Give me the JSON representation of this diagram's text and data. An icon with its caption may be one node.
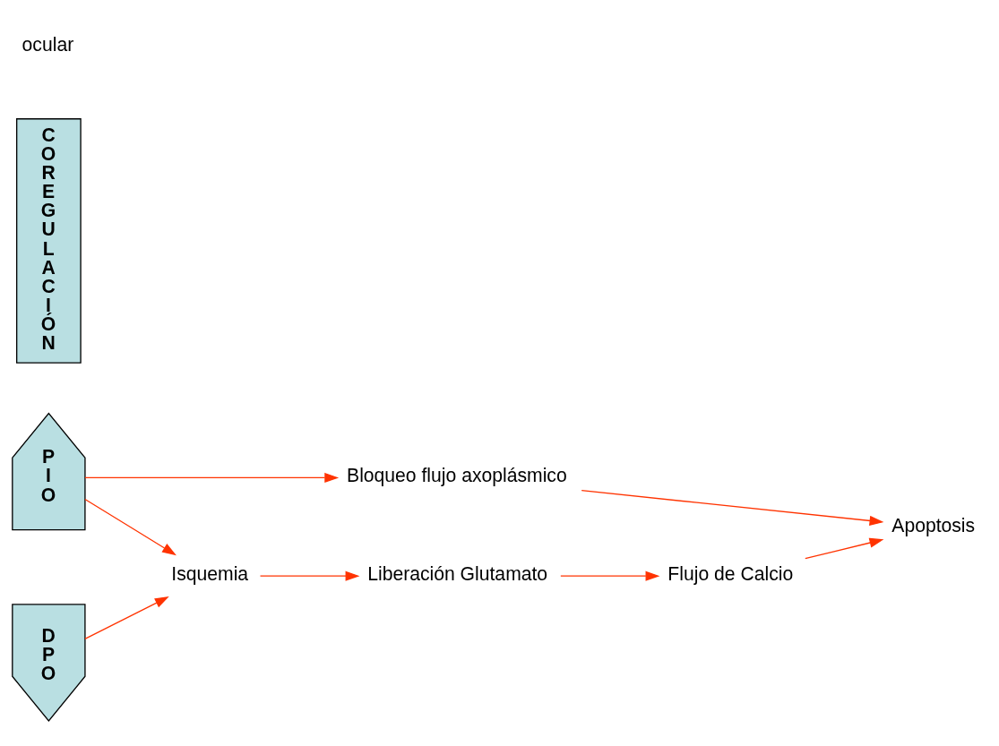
{
  "diagram": {
    "nodes": [
      {
        "text": [
          "PIO"
        ]
      },
      {
        "text": [
          "COREGULACIÓN"
        ]
      },
      {
        "text": [
          "Bloqueo flujo axoplásmico"
        ]
      },
      {
        "text": [
          "Apoptosis"
        ]
      },
      {
        "text": [
          "Flujo de Calcio"
        ]
      },
      {
        "text": [
          "DPO"
        ]
      },
      {
        "text": [
          "Isquemia"
        ]
      },
      {
        "text": [
          "Liberación Glutamato"
        ]
      }
    ],
    "edges": [
      {
        "from": 0,
        "to": 2,
        "arrow": "to"
      },
      {
        "from": 0,
        "to": 6,
        "arrow": "to"
      },
      {
        "from": 2,
        "to": 3,
        "arrow": "to"
      },
      {
        "from": 5,
        "to": 6,
        "arrow": "to"
      },
      {
        "from": 6,
        "to": 7,
        "arrow": "to"
      },
      {
        "from": 7,
        "to": 4,
        "arrow": "to"
      },
      {
        "from": 4,
        "to": 3,
        "arrow": "to"
      }
    ],
    "labels": [
      "ocular"
    ]
  }
}
